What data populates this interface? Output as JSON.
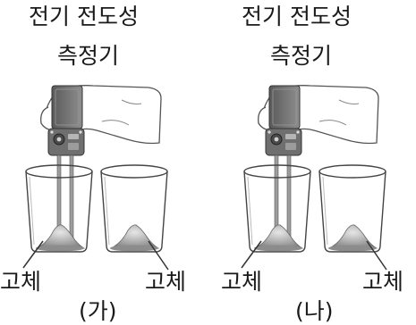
{
  "panels": [
    {
      "title_line1": "전기 전도성",
      "title_line2": "측정기",
      "left_solid_label": "고체",
      "right_solid_label": "고체",
      "panel_label": "(가)"
    },
    {
      "title_line1": "전기 전도성",
      "title_line2": "측정기",
      "left_solid_label": "고체",
      "right_solid_label": "고체",
      "panel_label": "(나)"
    }
  ]
}
